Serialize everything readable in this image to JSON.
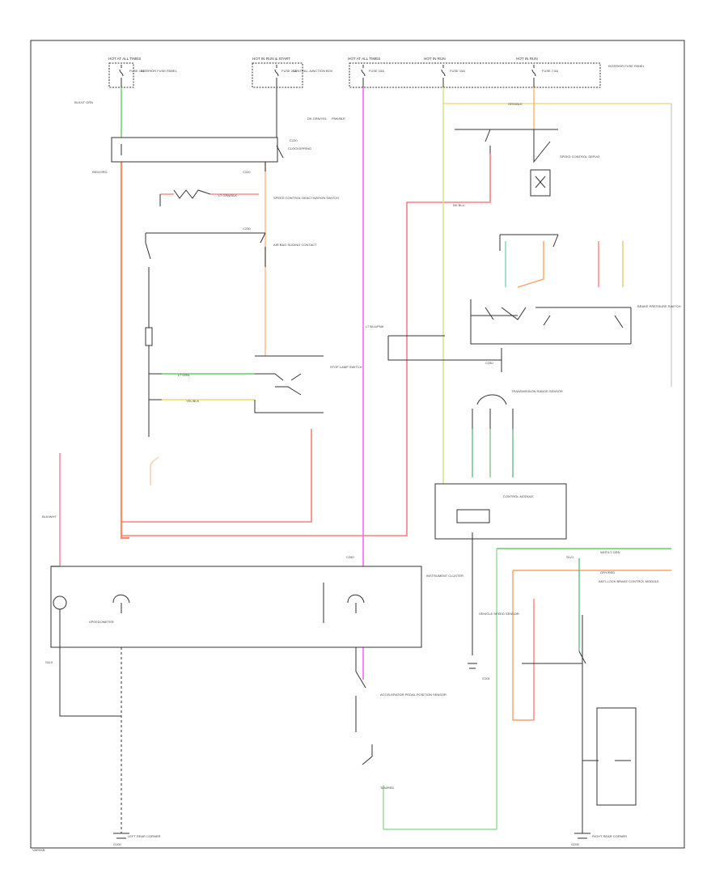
{
  "diagram": {
    "footer_code": "VAR0SB",
    "fuse_labels": [
      "HOT AT ALL TIMES",
      "HOT IN RUN & START",
      "HOT AT ALL TIMES",
      "HOT IN RUN",
      "HOT IN RUN"
    ],
    "fuse_names": [
      "FUSE 15A",
      "FUSE 20A",
      "FUSE 15A",
      "FUSE 15A",
      "FUSE 7.5A"
    ],
    "fuse_panel_labels": [
      "INTERIOR FUSE PANEL",
      "CENTRAL JUNCTION BOX",
      "INTERIOR FUSE PANEL"
    ],
    "components": [
      "CLOCKSPRING",
      "SPEED CONTROL DEACTIVATION SWITCH",
      "AIR BAG SLIDING CONTACT",
      "STOP LAMP SWITCH",
      "SPEED CONTROL SERVO",
      "TRANSMISSION RANGE SENSOR",
      "CONTROL MODULE",
      "BRAKE PRESSURE SWITCH",
      "INSTRUMENT CLUSTER",
      "SPEEDOMETER",
      "VEHICLE SPEED SENSOR",
      "ANTI-LOCK BRAKE CONTROL MODULE",
      "ACCELERATOR PEDAL POSITION SENSOR",
      "LEFT REAR CORNER",
      "RIGHT REAR CORNER",
      "G100",
      "G101",
      "G200",
      "C220",
      "C230",
      "C250",
      "C260",
      "S110",
      "S121"
    ],
    "wire_colors": [
      "BLK/LT GRN",
      "RED/ORG",
      "LT GRN",
      "LT GRN/BLK",
      "YEL/BLK",
      "DK GRN/YEL",
      "PNK/BLK",
      "ORG/BLK",
      "LT BLU/PNK",
      "WHT/LT GRN",
      "GRY/RED",
      "BLK/WHT",
      "DK BLU",
      "TAN/RED"
    ]
  }
}
